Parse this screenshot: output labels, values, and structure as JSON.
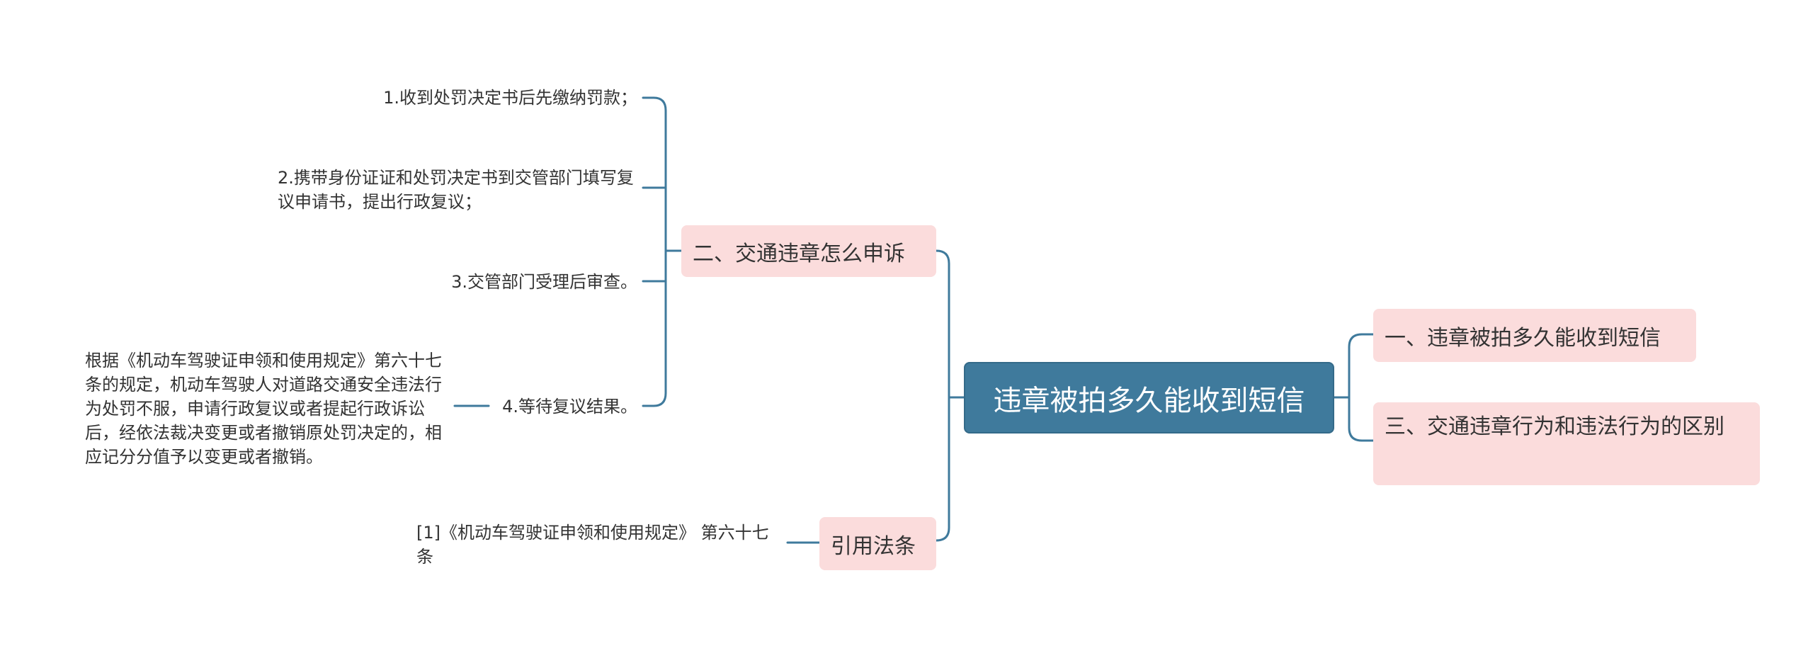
{
  "root": {
    "title": "违章被拍多久能收到短信"
  },
  "left_topics": {
    "appeal": {
      "label": "二、交通违章怎么申诉",
      "steps": [
        "1.收到处罚决定书后先缴纳罚款；",
        "2.携带身份证证和处罚决定书到交管部门填写复议申请书，提出行政复议；",
        "3.交管部门受理后审查。",
        "4.等待复议结果。"
      ],
      "step4_note": "根据《机动车驾驶证申领和使用规定》第六十七条的规定，机动车驾驶人对道路交通安全违法行为处罚不服，申请行政复议或者提起行政诉讼后，经依法裁决变更或者撤销原处罚决定的，相应记分分值予以变更或者撤销。"
    },
    "citation": {
      "label": "引用法条",
      "reference": "[1]《机动车驾驶证申领和使用规定》 第六十七条"
    }
  },
  "right_topics": [
    "一、违章被拍多久能收到短信",
    "三、交通违章行为和违法行为的区别"
  ],
  "colors": {
    "root_fill": "#3f7a9c",
    "topic_fill": "#fbdcdc",
    "connector": "#3f7a9c",
    "text": "#333333"
  }
}
